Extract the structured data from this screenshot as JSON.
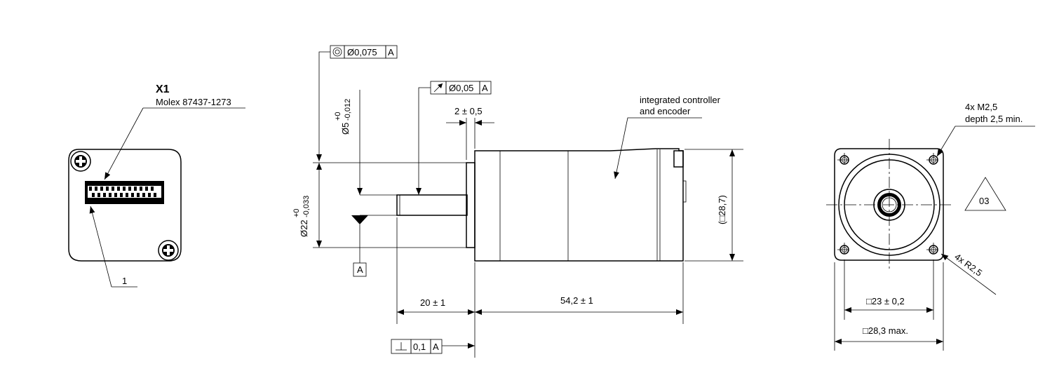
{
  "connector": {
    "designator": "X1",
    "part_number": "Molex 87437-1273",
    "pin_label": "1"
  },
  "side_view": {
    "fcf_coaxiality": {
      "tolerance": "Ø0,075",
      "datum": "A"
    },
    "fcf_runout": {
      "tolerance": "Ø0,05",
      "datum": "A"
    },
    "fcf_perpendicularity": {
      "tolerance": "0,1",
      "datum": "A"
    },
    "shaft_dia": {
      "base": "Ø5",
      "upper": "+0",
      "lower": "-0,012"
    },
    "pilot_dia": {
      "base": "Ø22",
      "upper": "+0",
      "lower": "-0,033"
    },
    "pilot_length": "2 ± 0,5",
    "body_label_1": "integrated controller",
    "body_label_2": "and encoder",
    "height": "(□28,7)",
    "datum_label": "A",
    "shaft_length": "20 ± 1",
    "body_length": "54,2 ± 1"
  },
  "front_view": {
    "thread_note_1": "4x M2,5",
    "thread_note_2": "depth 2,5 min.",
    "radius_note": "4x R2,5",
    "hole_pitch": "□23 ± 0,2",
    "overall_size": "□28,3 max.",
    "revision": "03"
  }
}
